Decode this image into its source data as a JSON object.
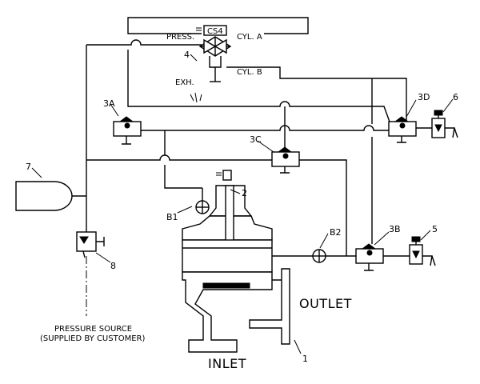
{
  "labels": {
    "cs4": "CS4",
    "press": "PRESS.",
    "cyl_a": "CYL. A",
    "cyl_b": "CYL. B",
    "exh": "EXH.",
    "outlet": "OUTLET",
    "inlet": "INLET",
    "pressure_source_1": "PRESSURE SOURCE",
    "pressure_source_2": "(SUPPLIED BY CUSTOMER)"
  },
  "callouts": {
    "c1": "1",
    "c2": "2",
    "c3a": "3A",
    "c3b": "3B",
    "c3c": "3C",
    "c3d": "3D",
    "c4": "4",
    "c5": "5",
    "c6": "6",
    "c7": "7",
    "c8": "8",
    "b1": "B1",
    "b2": "B2"
  }
}
